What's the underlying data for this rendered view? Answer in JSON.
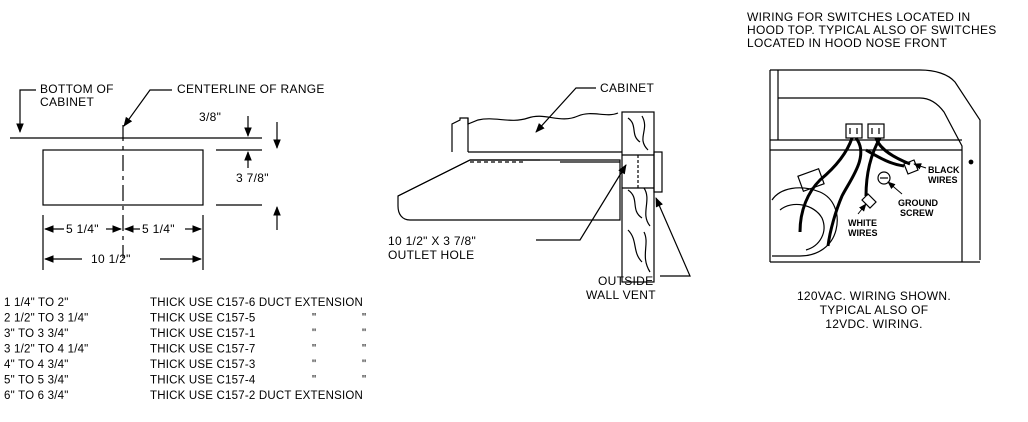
{
  "cutout": {
    "bottom_of_cabinet_1": "BOTTOM OF",
    "bottom_of_cabinet_2": "CABINET",
    "centerline": "CENTERLINE OF RANGE",
    "dim_38": "3/8\"",
    "dim_378": "3 7/8\"",
    "dim_514_a": "5 1/4\"",
    "dim_514_b": "5 1/4\"",
    "dim_1012": "10 1/2\""
  },
  "section": {
    "cabinet": "CABINET",
    "outlet_1": "10 1/2\" X 3 7/8\"",
    "outlet_2": "OUTLET HOLE",
    "vent_1": "OUTSIDE",
    "vent_2": "WALL VENT"
  },
  "wiring": {
    "title_1": "WIRING FOR SWITCHES LOCATED IN",
    "title_2": "HOOD TOP. TYPICAL ALSO OF SWITCHES",
    "title_3": "LOCATED IN HOOD NOSE FRONT",
    "black_1": "BLACK",
    "black_2": "WIRES",
    "ground_1": "GROUND",
    "ground_2": "SCREW",
    "white_1": "WHITE",
    "white_2": "WIRES",
    "note_1": "120VAC. WIRING SHOWN.",
    "note_2": "TYPICAL ALSO OF",
    "note_3": "12VDC. WIRING."
  },
  "table": {
    "rows": [
      {
        "range": "1 1/4\"  TO 2\"",
        "use": "THICK USE C157-6 DUCT EXTENSION",
        "q1": "",
        "q2": ""
      },
      {
        "range": "2 1/2\"  TO 3 1/4\"",
        "use": "THICK USE C157-5",
        "q1": "\"",
        "q2": "\""
      },
      {
        "range": "3\"  TO 3 3/4\"",
        "use": "THICK USE C157-1",
        "q1": "\"",
        "q2": "\""
      },
      {
        "range": "3 1/2\"  TO 4 1/4\"",
        "use": "THICK USE C157-7",
        "q1": "\"",
        "q2": "\""
      },
      {
        "range": "4\"  TO 4 3/4\"",
        "use": "THICK USE C157-3",
        "q1": "\"",
        "q2": "\""
      },
      {
        "range": "5\"  TO 5 3/4\"",
        "use": "THICK USE C157-4",
        "q1": "\"",
        "q2": "\""
      },
      {
        "range": "6\"  TO 6 3/4\"",
        "use": "THICK USE C157-2 DUCT EXTENSION",
        "q1": "",
        "q2": ""
      }
    ]
  }
}
